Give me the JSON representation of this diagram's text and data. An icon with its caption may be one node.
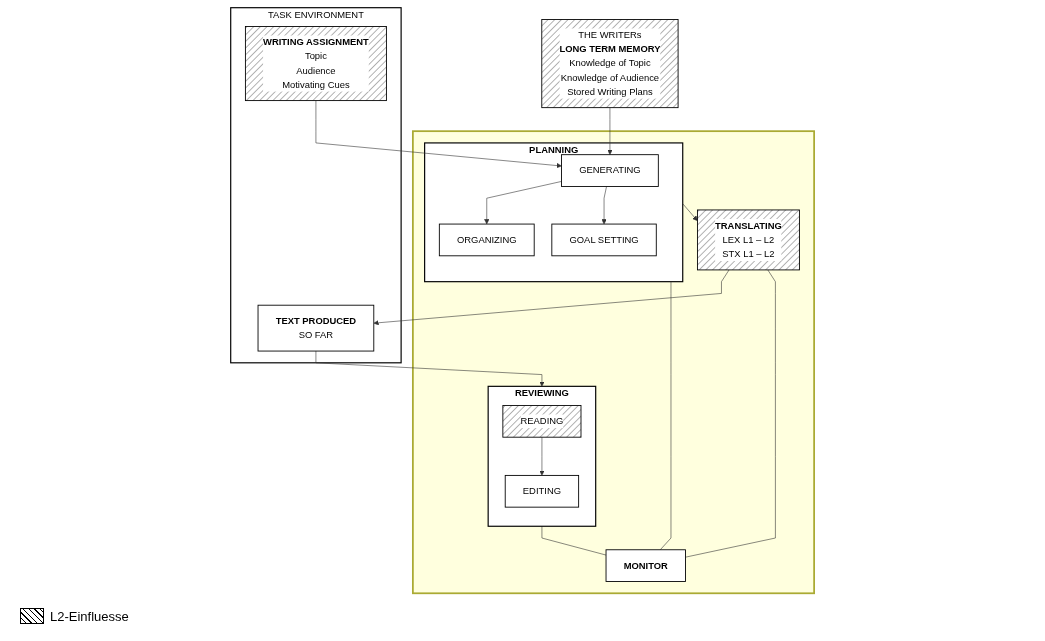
{
  "diagram": {
    "nodes": [
      {
        "text": [
          "TASK ENVIRONMENT"
        ]
      },
      {
        "text": [
          "WRITING ASSIGNMENT",
          "Topic",
          "Audience",
          "Motivating Cues"
        ],
        "in": 0
      },
      {
        "text": [
          "TEXT PRODUCED",
          "SO FAR"
        ],
        "in": 0
      },
      {
        "text": [
          "THE WRITERs",
          "LONG TERM MEMORY",
          "Knowledge of Topic",
          "Knowledge of Audience",
          "Stored Writing Plans"
        ]
      },
      {
        "text": [],
        "shape": "box"
      },
      {
        "text": [
          "PLANNING"
        ],
        "in": 4
      },
      {
        "text": [
          "GENERATING"
        ],
        "in": 5
      },
      {
        "text": [
          "ORGANIZING"
        ],
        "in": 5
      },
      {
        "text": [
          "GOAL SETTING"
        ],
        "in": 5
      },
      {
        "text": [
          "TRANSLATING",
          "LEX L1 – L2",
          "STX L1 – L2"
        ],
        "in": 4
      },
      {
        "text": [
          "REVIEWING"
        ],
        "in": 4
      },
      {
        "text": [
          "READING"
        ],
        "in": 10
      },
      {
        "text": [
          "EDITING"
        ],
        "in": 10
      },
      {
        "text": [
          "MONITOR"
        ],
        "in": 4
      }
    ],
    "edges": [
      {
        "from": 1,
        "to": 6,
        "arrow": "to"
      },
      {
        "from": 9,
        "to": 2,
        "arrow": "to"
      },
      {
        "from": 2,
        "to": 10,
        "arrow": "to"
      },
      {
        "from": 3,
        "to": 6,
        "arrow": "to"
      },
      {
        "from": 6,
        "to": 7,
        "arrow": "to"
      },
      {
        "from": 6,
        "to": 8,
        "arrow": "to"
      },
      {
        "from": 5,
        "to": 9,
        "arrow": "to"
      },
      {
        "from": 11,
        "to": 12,
        "arrow": "to"
      },
      {
        "from": 5,
        "to": 13,
        "arrow": "none"
      },
      {
        "from": 9,
        "to": 13,
        "arrow": "none"
      },
      {
        "from": 10,
        "to": 13,
        "arrow": "none"
      }
    ],
    "legend": [
      {
        "text": "L2-Einfluesse"
      }
    ]
  }
}
